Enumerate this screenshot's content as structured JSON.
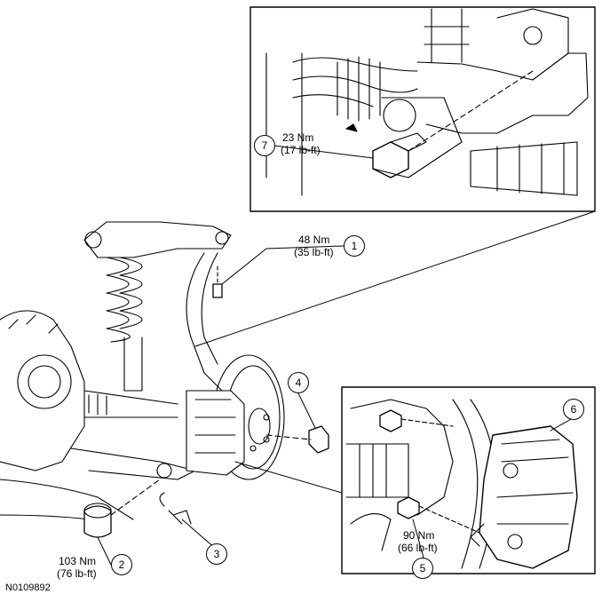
{
  "figure_id": "N0109892",
  "callouts": [
    {
      "num": "1",
      "torque_nm": "48 Nm",
      "torque_lbft": "(35 lb-ft)"
    },
    {
      "num": "2",
      "torque_nm": "103 Nm",
      "torque_lbft": "(76 lb-ft)"
    },
    {
      "num": "3"
    },
    {
      "num": "4"
    },
    {
      "num": "5",
      "torque_nm": "90 Nm",
      "torque_lbft": "(66 lb-ft)"
    },
    {
      "num": "6"
    },
    {
      "num": "7",
      "torque_nm": "23 Nm",
      "torque_lbft": "(17 lb-ft)"
    }
  ]
}
